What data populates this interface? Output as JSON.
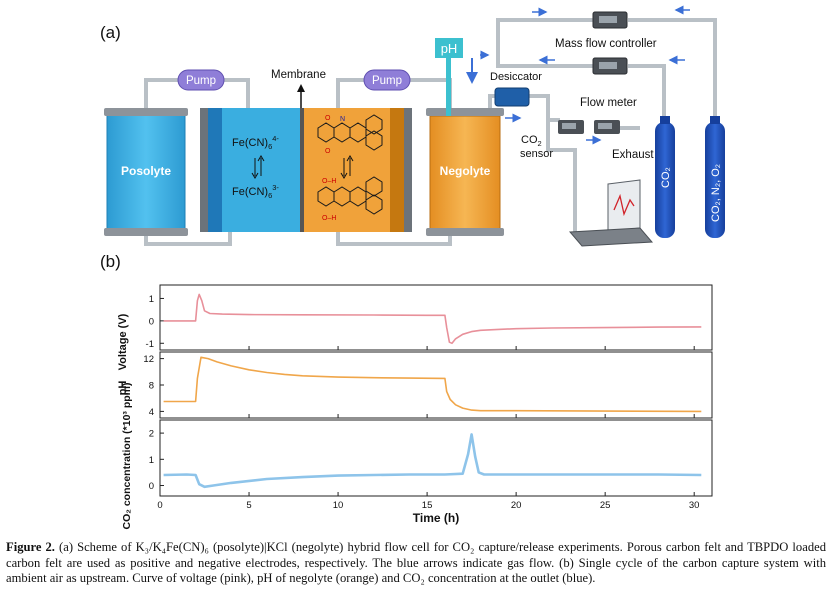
{
  "panel_a": {
    "label": "(a)",
    "posolyte": "Posolyte",
    "negolyte": "Negolyte",
    "pump": "Pump",
    "membrane": "Membrane",
    "ph_box": "pH",
    "desiccator": "Desiccator",
    "co2_sensor_line1": "CO",
    "co2_sensor_sub": "2",
    "co2_sensor_line2": "sensor",
    "exhaust": "Exhaust",
    "mass_flow_controller": "Mass flow controller",
    "flow_meter": "Flow meter",
    "fe_oxidized": "Fe(CN)",
    "fe_oxidized_sub": "6",
    "fe_oxidized_sup": "4-",
    "fe_reduced": "Fe(CN)",
    "fe_reduced_sub": "6",
    "fe_reduced_sup": "3-",
    "gas_co2": "CO₂",
    "gas_mix": "CO₂, N₂, O₂",
    "colors": {
      "posolyte": "#3aaee0",
      "negolyte": "#f0a23a",
      "pump": "#8f7ed8",
      "tubing": "#b9c0c6",
      "gas_arrow": "#3b6fd6",
      "cylinder": "#1f4fb8",
      "ph": "#3cc0cf"
    }
  },
  "panel_b": {
    "label": "(b)",
    "xlabel": "Time (h)",
    "ylabels": {
      "voltage": "Voltage (V)",
      "ph": "pH",
      "co2": "CO₂ concentration (*10³ ppm)"
    },
    "chart_data": [
      {
        "type": "line",
        "series": [
          {
            "name": "Voltage",
            "color": "#e8909a",
            "x": [
              0.2,
              2.0,
              2.1,
              2.2,
              2.35,
              2.5,
              2.8,
              3.5,
              5,
              8,
              12,
              15,
              16.0,
              16.1,
              16.25,
              16.4,
              16.6,
              17,
              17.5,
              18,
              19,
              20,
              22,
              25,
              28,
              30.4
            ],
            "y": [
              0,
              0,
              0.9,
              1.18,
              0.9,
              0.45,
              0.33,
              0.3,
              0.28,
              0.27,
              0.26,
              0.25,
              0.25,
              -0.3,
              -0.95,
              -1.0,
              -0.8,
              -0.6,
              -0.48,
              -0.42,
              -0.38,
              -0.35,
              -0.32,
              -0.3,
              -0.28,
              -0.27
            ]
          }
        ],
        "xlim": [
          0,
          31
        ],
        "ylim": [
          -1.3,
          1.6
        ],
        "yticks": [
          1,
          0,
          -1
        ]
      },
      {
        "type": "line",
        "series": [
          {
            "name": "pH of negolyte",
            "color": "#f0a64a",
            "x": [
              0.2,
              2.0,
              2.1,
              2.3,
              2.7,
              3.2,
              4,
              5,
              6,
              7,
              8,
              10,
              12,
              14,
              16.0,
              16.1,
              16.3,
              16.6,
              17,
              17.5,
              18,
              20,
              25,
              30.4
            ],
            "y": [
              5.5,
              5.5,
              9,
              12.2,
              12,
              11.5,
              10.9,
              10.3,
              9.9,
              9.6,
              9.4,
              9.2,
              9.1,
              9.05,
              9.0,
              7,
              5.8,
              5,
              4.5,
              4.2,
              4.1,
              4.1,
              4.05,
              4.0
            ]
          }
        ],
        "xlim": [
          0,
          31
        ],
        "ylim": [
          3,
          13
        ],
        "yticks": [
          12,
          8,
          4
        ]
      },
      {
        "type": "line",
        "series": [
          {
            "name": "CO₂ concentration at outlet",
            "color": "#8ec4ea",
            "x": [
              0.2,
              1.5,
              2.0,
              2.2,
              2.5,
              3,
              4,
              6,
              8,
              10,
              12,
              14,
              16,
              17.0,
              17.3,
              17.5,
              17.7,
              17.9,
              18.2,
              19,
              20,
              22,
              25,
              28,
              30.4
            ],
            "y": [
              0.4,
              0.42,
              0.4,
              0.05,
              -0.05,
              0.0,
              0.1,
              0.25,
              0.32,
              0.38,
              0.4,
              0.42,
              0.42,
              0.45,
              1.2,
              1.95,
              1.1,
              0.5,
              0.42,
              0.42,
              0.42,
              0.42,
              0.42,
              0.42,
              0.4
            ]
          }
        ],
        "xlim": [
          0,
          31
        ],
        "ylim": [
          -0.4,
          2.5
        ],
        "yticks": [
          2,
          1,
          0
        ]
      }
    ],
    "xticks": [
      0,
      5,
      10,
      15,
      20,
      25,
      30
    ]
  },
  "caption": {
    "label": "Figure 2.",
    "text": "(a) Scheme of K₃/K₄Fe(CN)₆ (posolyte)|KCl (negolyte) hybrid flow cell for CO₂ capture/release experiments. Porous carbon felt and TBPDO loaded carbon felt are used as positive and negative electrodes, respectively. The blue arrows indicate gas flow. (b) Single cycle of the carbon capture system with ambient air as upstream. Curve of voltage (pink), pH of negolyte (orange) and CO₂ concentration at the outlet (blue)."
  }
}
